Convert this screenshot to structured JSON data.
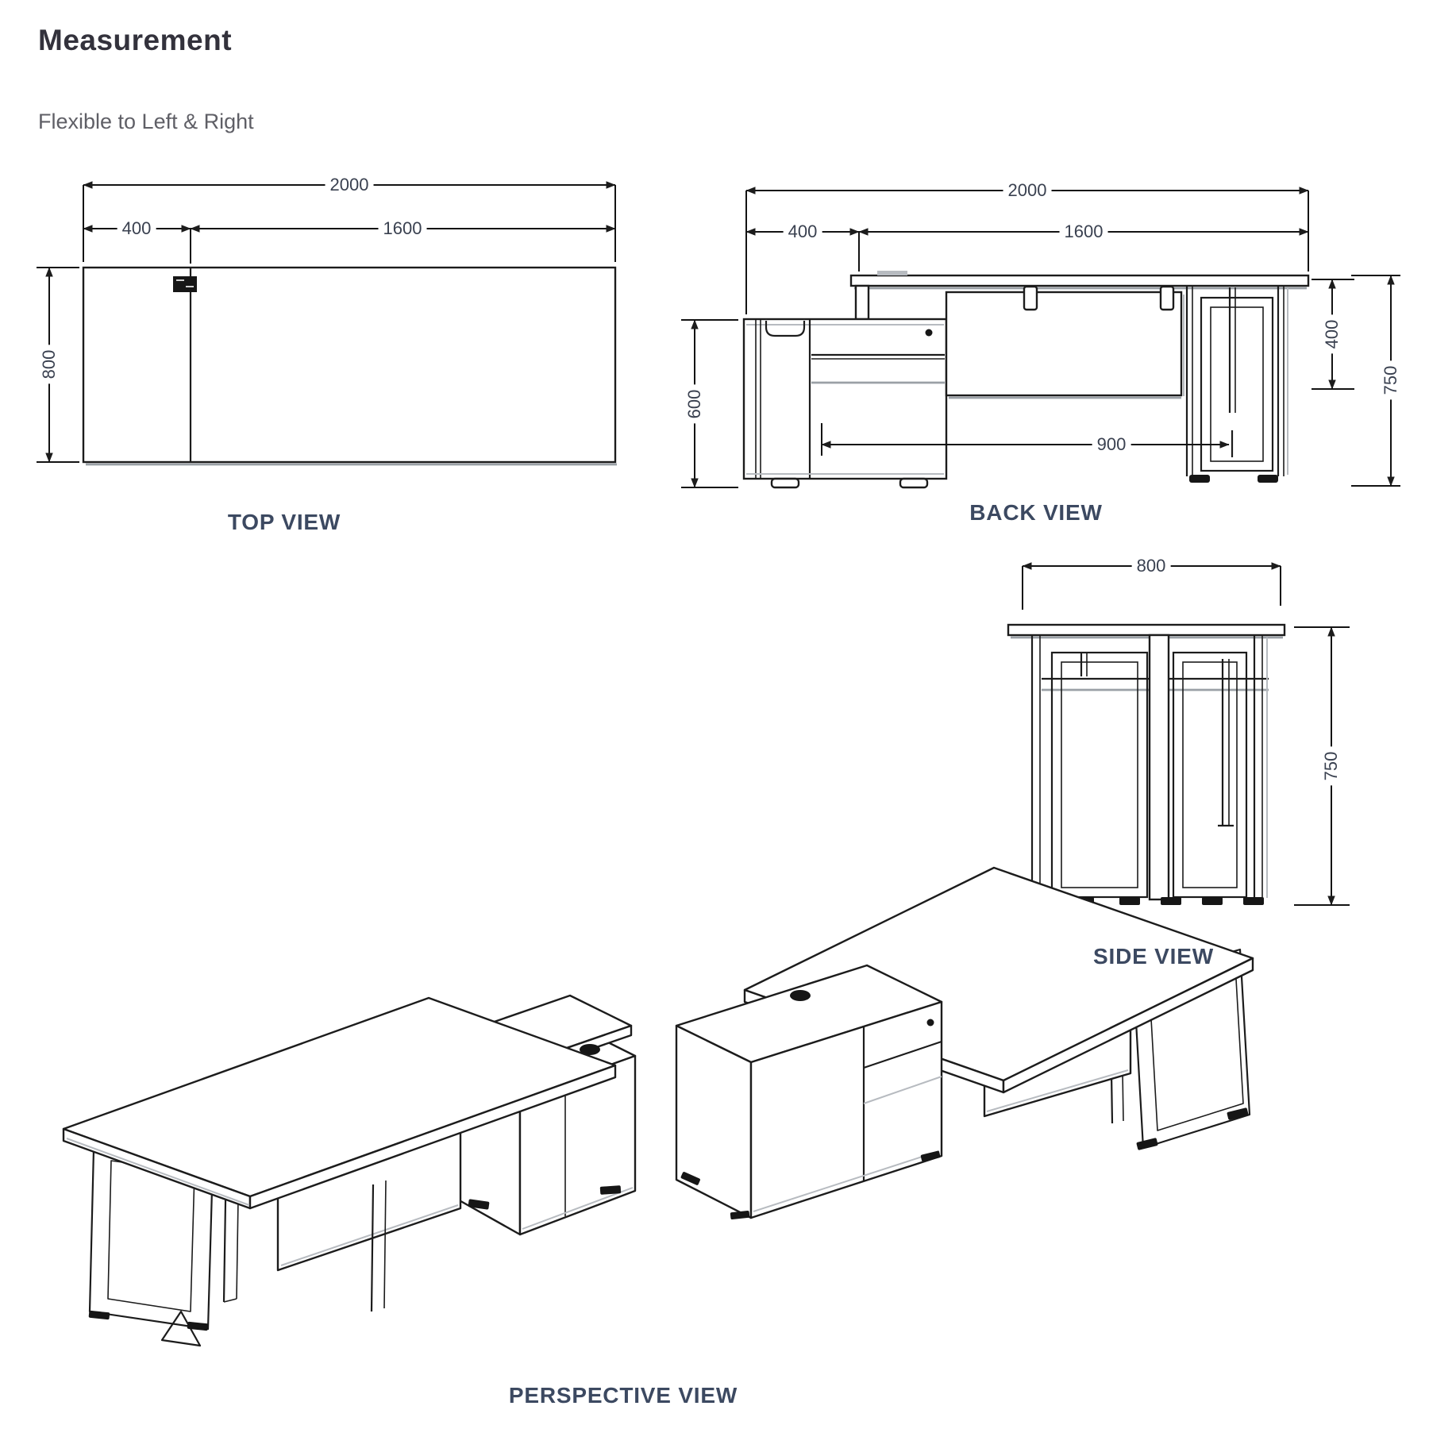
{
  "header": {
    "title": "Measurement",
    "subtitle": "Flexible to Left & Right"
  },
  "views": {
    "top": {
      "label": "TOP VIEW",
      "dims": {
        "total_width": "2000",
        "return_width": "400",
        "desk_width": "1600",
        "depth": "800"
      }
    },
    "back": {
      "label": "BACK VIEW",
      "dims": {
        "total_width": "2000",
        "return_width": "400",
        "desk_width": "1600",
        "cabinet_height": "600",
        "knee_space": "900",
        "panel_height": "400",
        "total_height": "750"
      }
    },
    "side": {
      "label": "SIDE VIEW",
      "dims": {
        "depth": "800",
        "total_height": "750"
      }
    },
    "perspective": {
      "label": "PERSPECTIVE VIEW"
    }
  },
  "colors": {
    "line": "#1c1c1c",
    "shade": "#9aa0a6",
    "label": "#3c4961",
    "dim_text": "#3a4150"
  }
}
